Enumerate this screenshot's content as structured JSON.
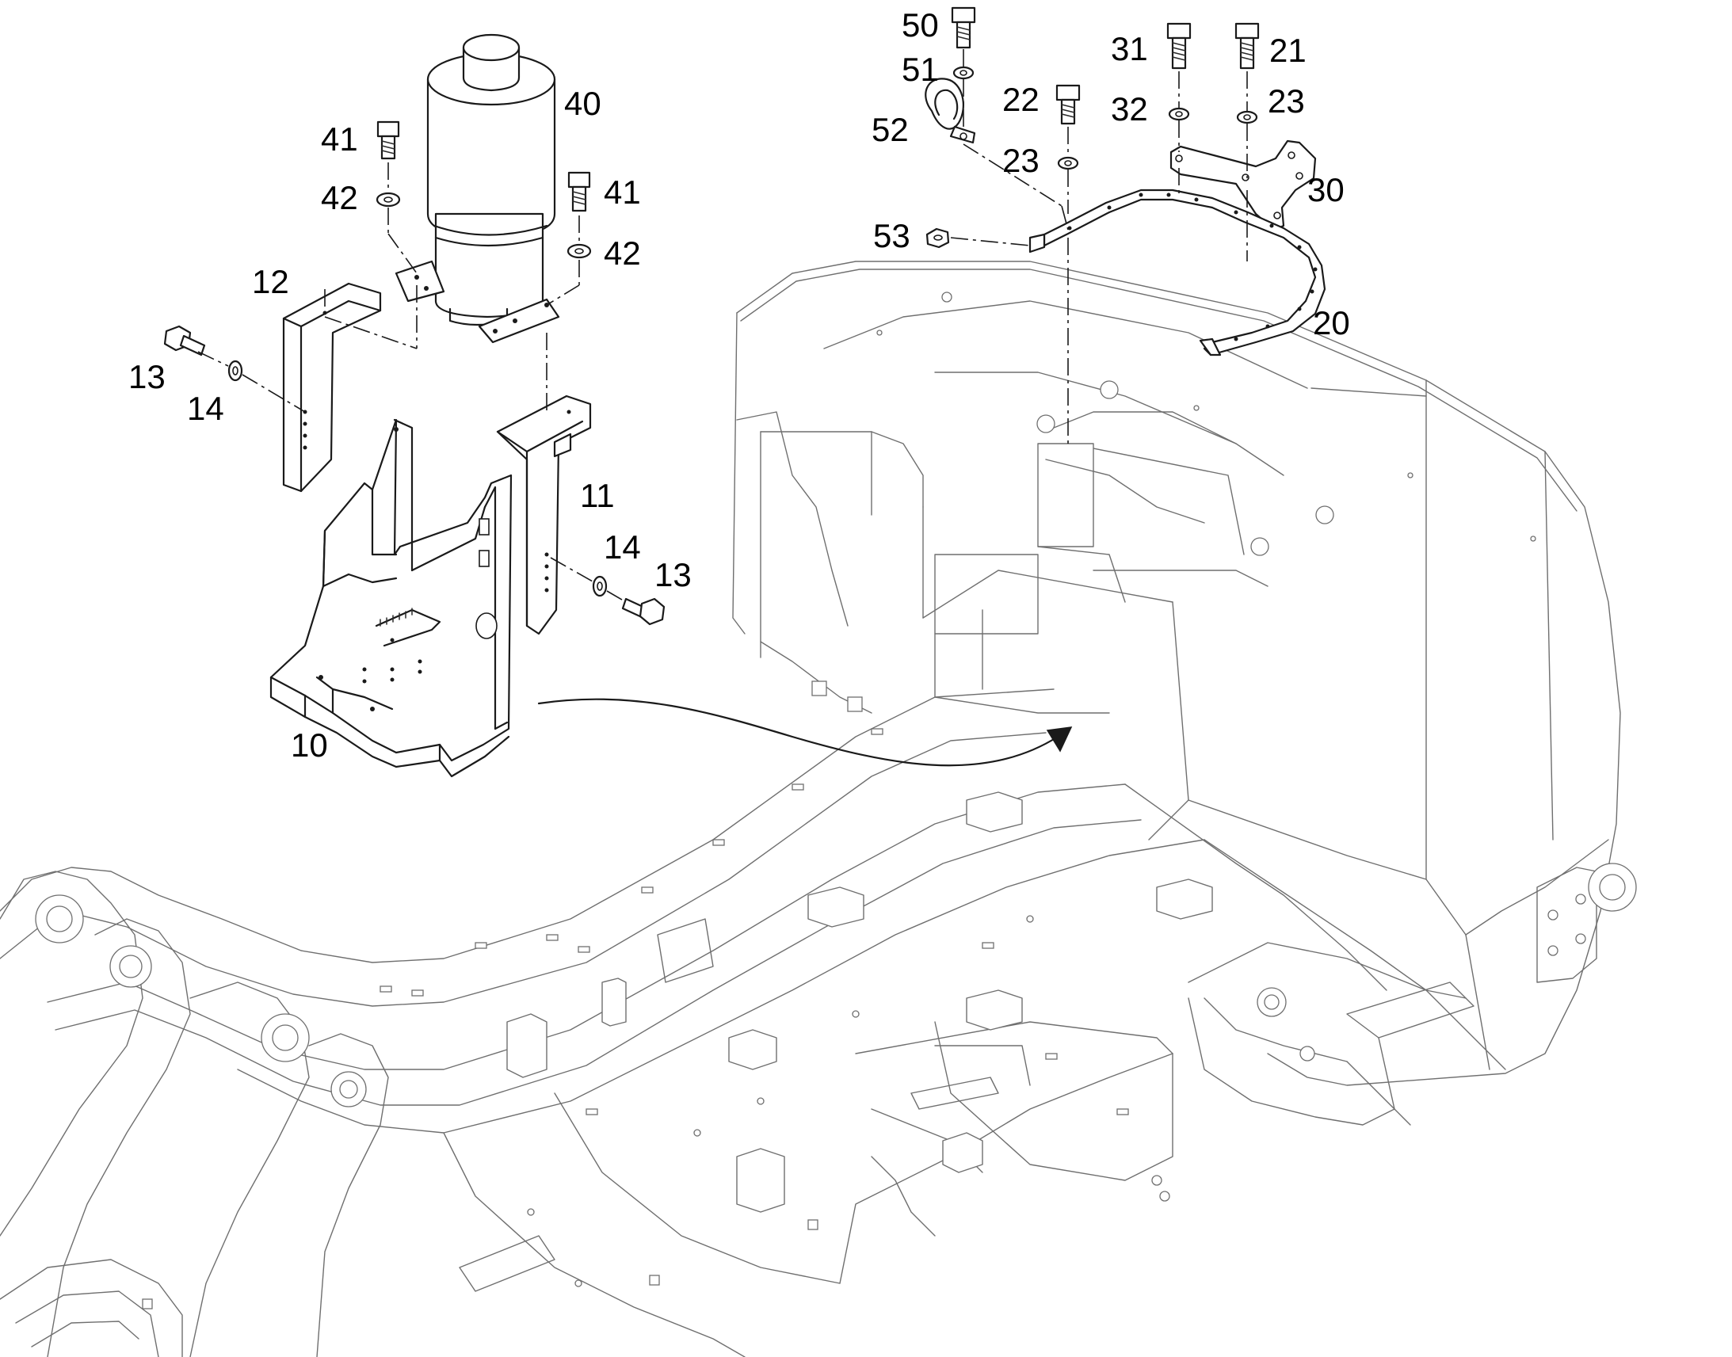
{
  "diagram": {
    "callouts": [
      {
        "id": "c10",
        "text": "10"
      },
      {
        "id": "c11",
        "text": "11"
      },
      {
        "id": "c12",
        "text": "12"
      },
      {
        "id": "c13a",
        "text": "13"
      },
      {
        "id": "c13b",
        "text": "13"
      },
      {
        "id": "c14a",
        "text": "14"
      },
      {
        "id": "c14b",
        "text": "14"
      },
      {
        "id": "c20",
        "text": "20"
      },
      {
        "id": "c21",
        "text": "21"
      },
      {
        "id": "c22",
        "text": "22"
      },
      {
        "id": "c23a",
        "text": "23"
      },
      {
        "id": "c23b",
        "text": "23"
      },
      {
        "id": "c30",
        "text": "30"
      },
      {
        "id": "c31",
        "text": "31"
      },
      {
        "id": "c32",
        "text": "32"
      },
      {
        "id": "c40",
        "text": "40"
      },
      {
        "id": "c41a",
        "text": "41"
      },
      {
        "id": "c41b",
        "text": "41"
      },
      {
        "id": "c42a",
        "text": "42"
      },
      {
        "id": "c42b",
        "text": "42"
      },
      {
        "id": "c50",
        "text": "50"
      },
      {
        "id": "c51",
        "text": "51"
      },
      {
        "id": "c52",
        "text": "52"
      },
      {
        "id": "c53",
        "text": "53"
      }
    ]
  }
}
